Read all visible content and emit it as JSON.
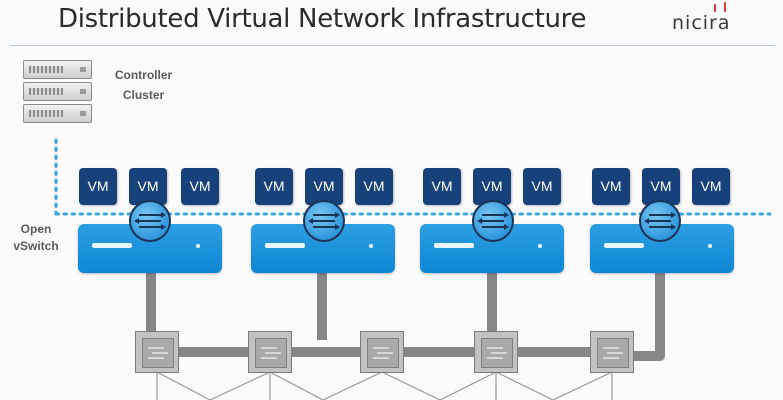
{
  "slide": {
    "title": "Distributed Virtual Network Infrastructure",
    "brand": "nicira",
    "controller_label_line1": "Controller",
    "controller_label_line2": "Cluster",
    "ovs_label_line1": "Open",
    "ovs_label_line2": "vSwitch",
    "vm_label": "VM"
  },
  "colors": {
    "vm": "#16417a",
    "host": "#1b93dc",
    "vswitch": "#4bb0ea",
    "control_dots": "#3fa7e0",
    "fabric_path": "#7b7b7b",
    "physical_switch": "#c2c2c2",
    "brand_accent": "#e0443a"
  },
  "groups": [
    {
      "vms": [
        "VM",
        "VM",
        "VM"
      ]
    },
    {
      "vms": [
        "VM",
        "VM",
        "VM"
      ]
    },
    {
      "vms": [
        "VM",
        "VM",
        "VM"
      ]
    },
    {
      "vms": [
        "VM",
        "VM",
        "VM"
      ]
    }
  ],
  "icons": {
    "controller": "server-rack-icon",
    "vswitch": "vswitch-arrows-icon",
    "physical_switch": "network-switch-icon"
  }
}
